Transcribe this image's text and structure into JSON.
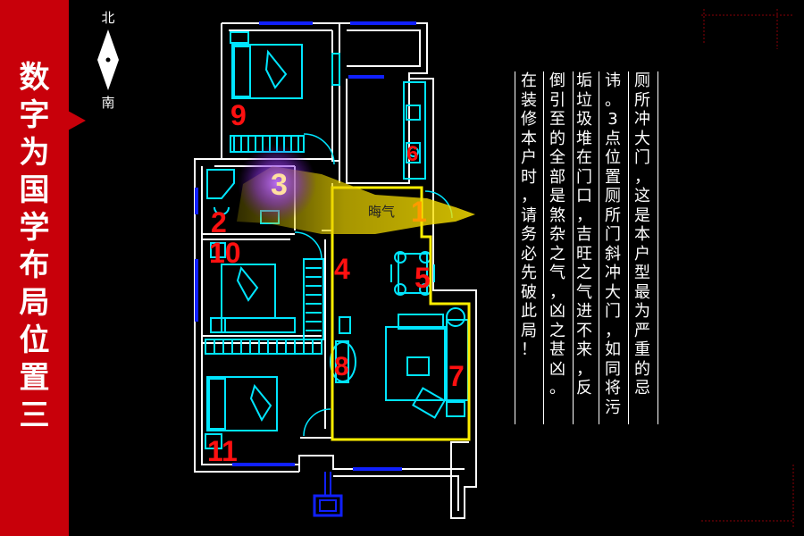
{
  "sidebar": {
    "title_chars": [
      "数",
      "字",
      "为",
      "国",
      "学",
      "布",
      "局",
      "位",
      "置"
    ],
    "suffix": "三"
  },
  "compass": {
    "north": "北",
    "south": "南"
  },
  "plan": {
    "numbers": [
      "1",
      "2",
      "3",
      "4",
      "5",
      "6",
      "7",
      "8",
      "9",
      "10",
      "11"
    ],
    "bad_air_label": "晦气"
  },
  "text_columns": [
    "厕所冲大门，这是本户型最为严重的忌",
    "讳。3点位置厕所门斜冲大门，如同将污",
    "垢垃圾堆在门口，吉旺之气进不来，反",
    "倒引至的全部是煞杂之气，凶之甚凶。",
    "在装修本户时，请务必先破此局！"
  ],
  "colors": {
    "sidebar_red": "#c8000a",
    "wall": "#ffffff",
    "furniture": "#00e5ff",
    "window": "#1020ff",
    "highlight": "#ffee00",
    "number_red": "#ff1010",
    "glow_purple": "#a040ff"
  }
}
